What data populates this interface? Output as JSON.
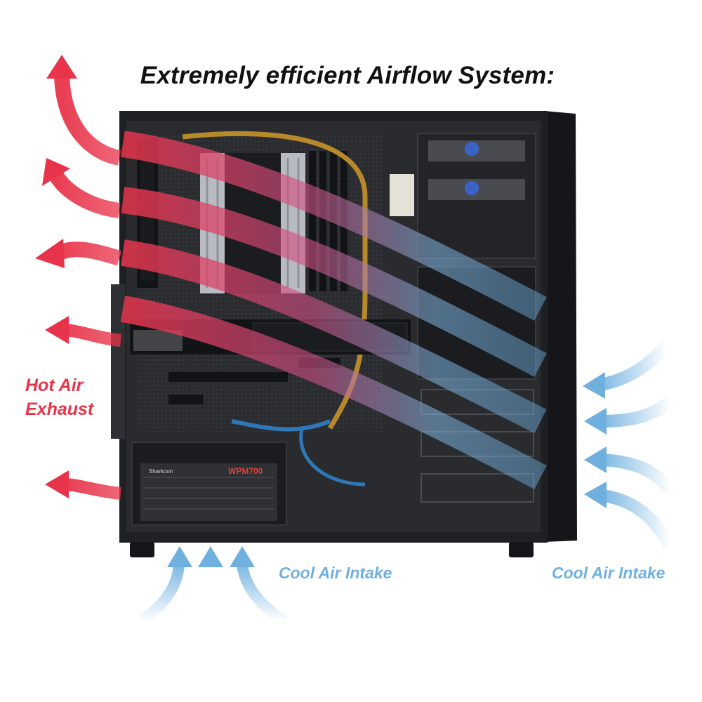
{
  "title": "Extremely efficient Airflow System:",
  "labels": {
    "exhaust_line1": "Hot Air",
    "exhaust_line2": "Exhaust",
    "intake_bottom": "Cool Air Intake",
    "intake_side": "Cool Air Intake"
  },
  "psu": {
    "brand": "Sharkoon",
    "model": "WPM700"
  },
  "colors": {
    "hot_air": "#e8344a",
    "cool_air": "#6fb0df",
    "title": "#111111",
    "case_body": "#1f2023"
  }
}
